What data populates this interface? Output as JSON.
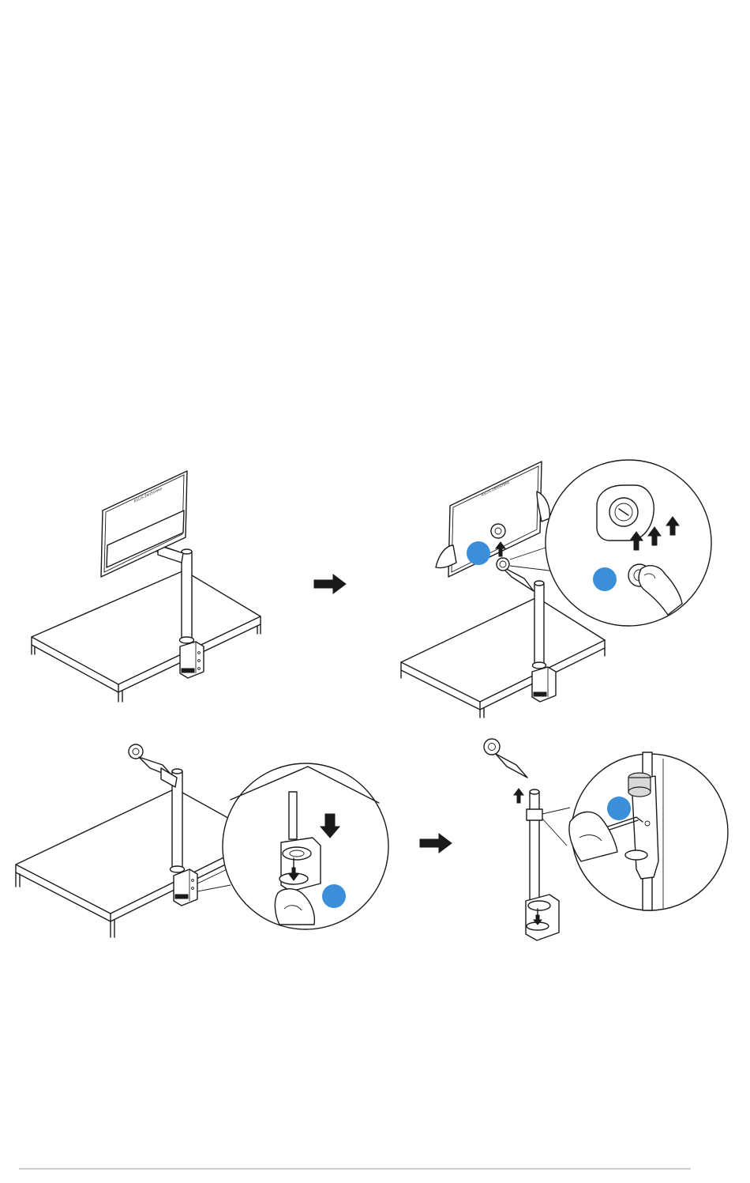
{
  "colors": {
    "step_badge": "#3a8fd8",
    "line": "#1a1a1a",
    "footer_rule": "#cccccc"
  },
  "panels": [
    {
      "name": "monitor-on-arm"
    },
    {
      "name": "remove-monitor-from-arm"
    },
    {
      "name": "loosen-clamp"
    },
    {
      "name": "remove-arm-from-pole"
    }
  ],
  "brand_mark": "ASUS ZenScreen",
  "step_badges": [
    "",
    "",
    "",
    ""
  ],
  "icons": [
    "arrow-right-icon",
    "arrow-up-icon",
    "arrow-down-icon",
    "hex-key-icon",
    "hand-icon"
  ]
}
